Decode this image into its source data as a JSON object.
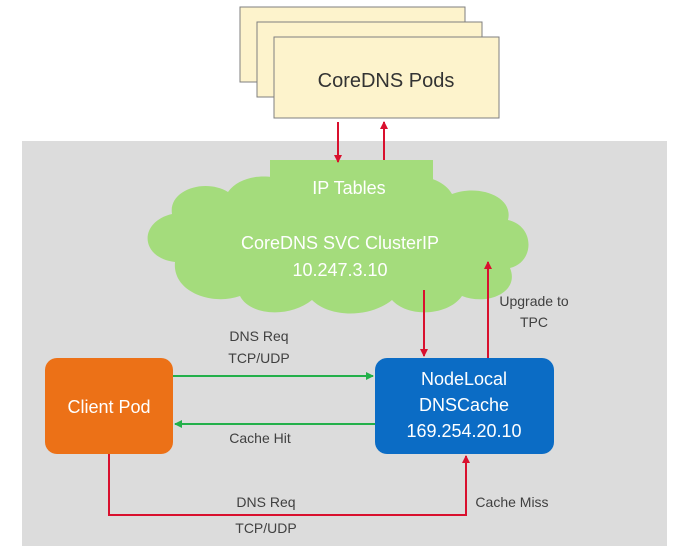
{
  "coredns_pods": {
    "label": "CoreDNS Pods"
  },
  "ip_tables": {
    "label": "IP Tables"
  },
  "cluster_ip": {
    "line1": "CoreDNS SVC ClusterIP",
    "line2": "10.247.3.10"
  },
  "client_pod": {
    "label": "Client Pod"
  },
  "nodelocal": {
    "line1": "NodeLocal",
    "line2": "DNSCache",
    "line3": "169.254.20.10"
  },
  "edges": {
    "dns_req_top": {
      "line1": "DNS Req",
      "line2": "TCP/UDP"
    },
    "cache_hit": {
      "label": "Cache Hit"
    },
    "dns_req_bottom": {
      "line1": "DNS Req",
      "line2": "TCP/UDP"
    },
    "cache_miss": {
      "label": "Cache Miss"
    },
    "upgrade": {
      "line1": "Upgrade to",
      "line2": "TPC"
    }
  },
  "colors": {
    "node_area": "#dcdcdc",
    "pods_fill": "#fdf3cc",
    "cloud_fill": "#a4dc7c",
    "client_fill": "#ec7117",
    "nodelocal_fill": "#0b6cc5",
    "red_arrow": "#d9102e",
    "green_arrow": "#23b04a"
  }
}
